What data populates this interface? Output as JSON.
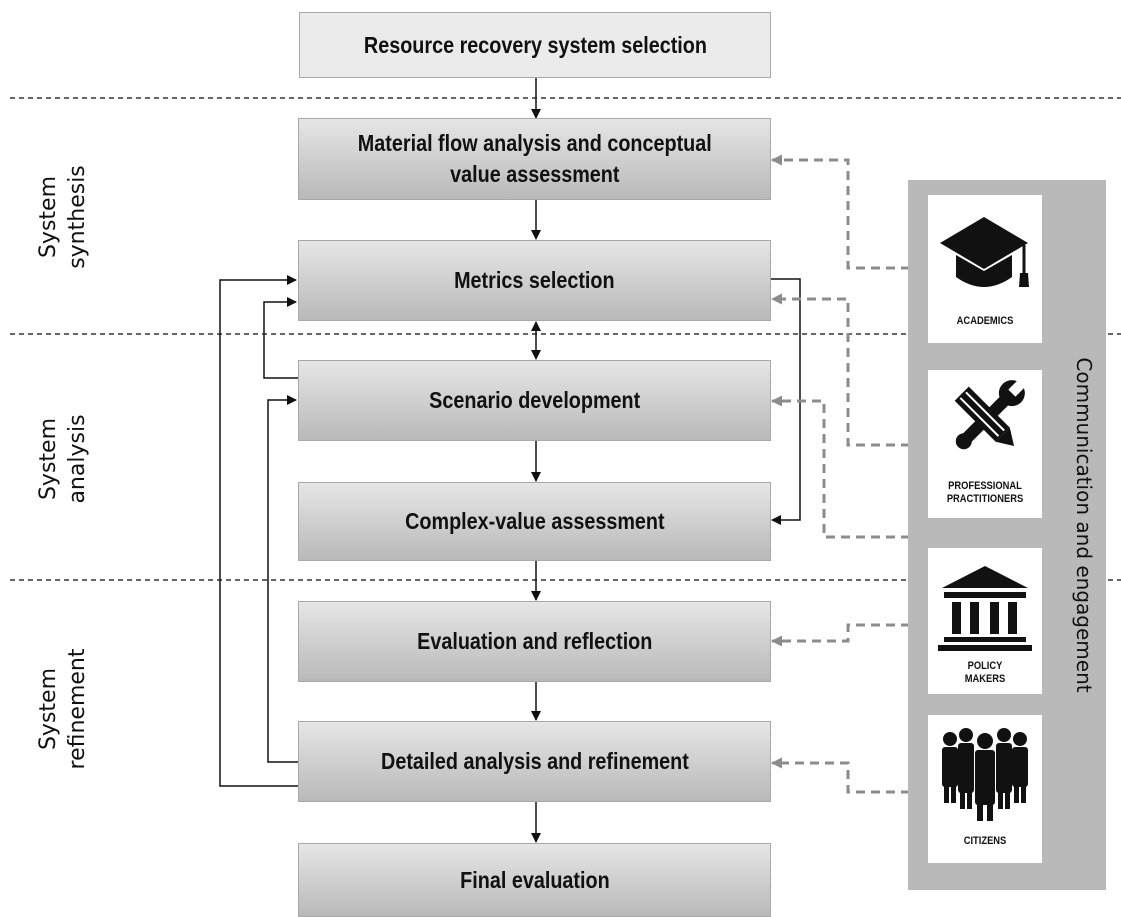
{
  "steps": {
    "selection": "Resource recovery system selection",
    "mfa": "Material flow analysis and conceptual\nvalue assessment",
    "metrics": "Metrics selection",
    "scenario": "Scenario development",
    "complex": "Complex-value assessment",
    "evaluation": "Evaluation and reflection",
    "detailed": "Detailed analysis and refinement",
    "final": "Final evaluation"
  },
  "phases": {
    "synthesis": "System\nsynthesis",
    "analysis": "System\nanalysis",
    "refinement": "System\nrefinement"
  },
  "engagement": {
    "title": "Communication and engagement",
    "stakeholders": {
      "academics": "ACADEMICS",
      "practitioners": "PROFESSIONAL\nPRACTITIONERS",
      "policy": "POLICY\nMAKERS",
      "citizens": "CITIZENS"
    }
  },
  "colors": {
    "box": "#c8c8c8",
    "panel": "#b9b9b9",
    "dashed_arrow": "#8c8c8c"
  }
}
